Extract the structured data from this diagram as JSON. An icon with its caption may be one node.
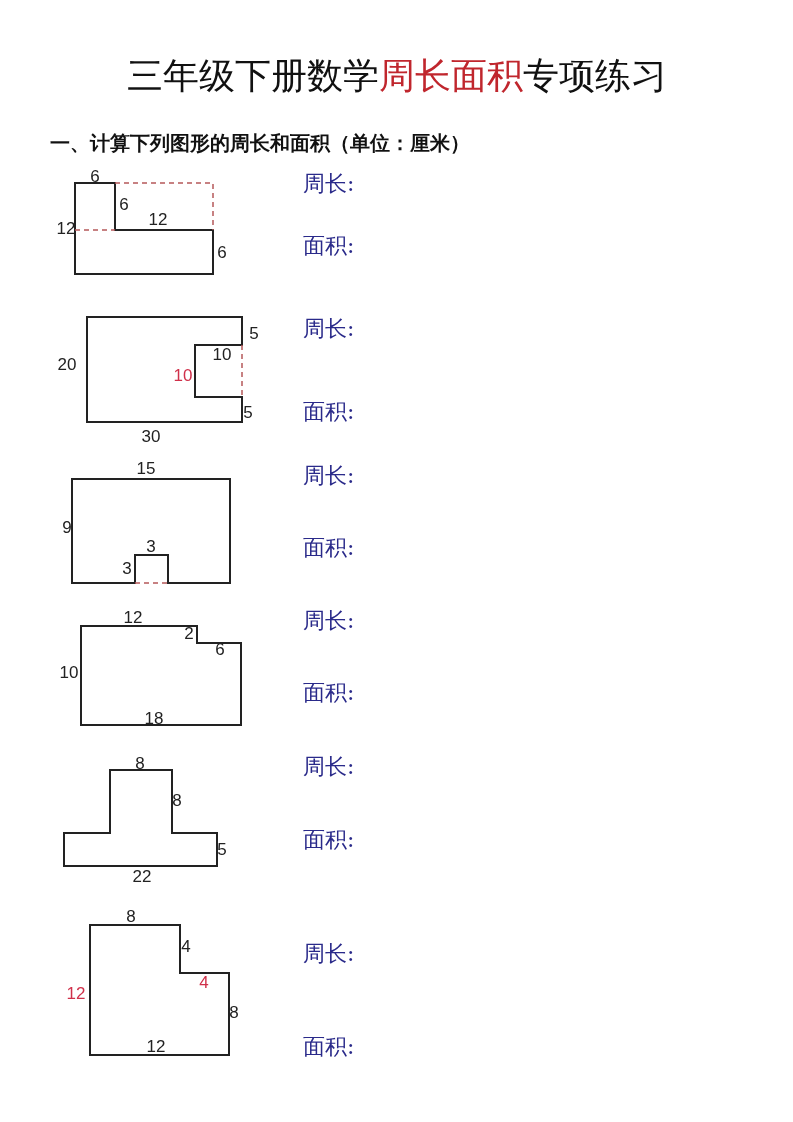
{
  "diagram": {
    "title": "三年级下册数学周长面积专项练习",
    "labels": [
      "一、计算下列图形的周长和面积（单位：厘米）",
      "6",
      "6",
      "12",
      "12",
      "6",
      "周长:",
      "面积:",
      "5",
      "20",
      "10",
      "10",
      "5",
      "30",
      "周长:",
      "面积:",
      "15",
      "9",
      "3",
      "3",
      "周长:",
      "面积:",
      "12",
      "2",
      "6",
      "10",
      "18",
      "周长:",
      "面积:",
      "8",
      "8",
      "5",
      "22",
      "周长:",
      "面积:",
      "8",
      "4",
      "4",
      "12",
      "8",
      "12",
      "周长:",
      "面积:"
    ]
  }
}
